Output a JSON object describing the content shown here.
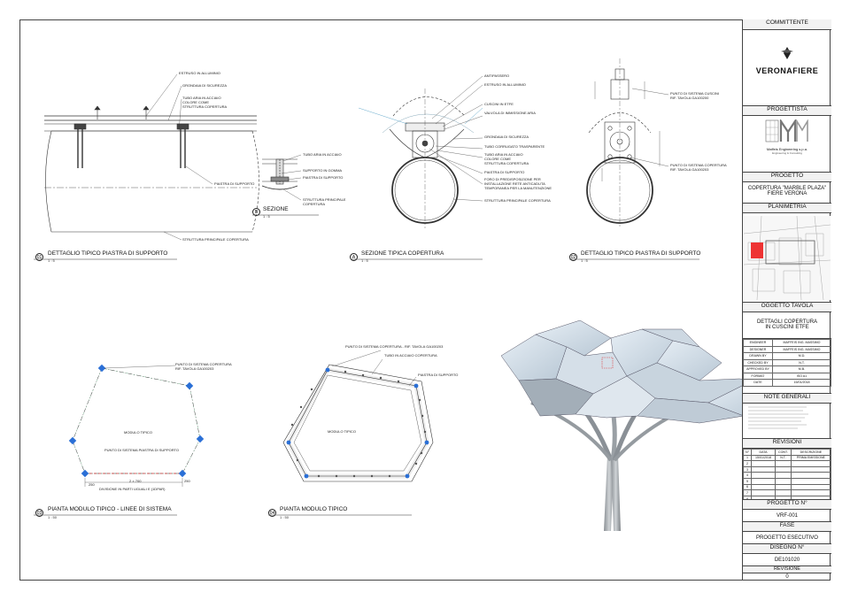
{
  "views": {
    "v01": {
      "num": "01",
      "title": "DETTAGLIO TIPICO PIASTRA DI SUPPORTO",
      "scale": "1 : 5",
      "labels": [
        "ESTRUSO IN ALLUMINIO",
        "GRONDAIA DI SICUREZZA",
        "TUBO ARIA IN ACCIAIO",
        "COLORE COME",
        "STRUTTURA COPERTURA",
        "PIASTRA DI SUPPORTO",
        "STRUTTURA PRINCIPALE COPERTURA"
      ]
    },
    "vB": {
      "num": "B",
      "title": "SEZIONE",
      "scale": "1 : 5",
      "labels": [
        "TUBO ARIA IN ACCIAIO",
        "SUPPORTO IN GOMMA",
        "PIASTRA DI SUPPORTO",
        "STRUTTURA PRINCIPALE",
        "COPERTURA"
      ]
    },
    "vA": {
      "num": "A",
      "title": "SEZIONE TIPICA COPERTURA",
      "scale": "1 : 5",
      "labels": [
        "ANTIPASSERO",
        "ESTRUSO IN ALLUMINIO",
        "CUSCINI IN ETFE",
        "VALVOLA DI IMMISSIONE ARIA",
        "GRONDAIA DI SICUREZZA",
        "TUBO CORRUGATO TRASPARENTE",
        "TUBO ARIA IN ACCIAIO",
        "COLORE COME",
        "STRUTTURA COPERTURA",
        "PIASTRA DI SUPPORTO",
        "FORO DI PREDISPOSIZIONE PER",
        "INSTALLAZIONE RETE ANTICADUTA",
        "TEMPORANEA PER LA MANUTENZIONE",
        "STRUTTURA PRINCIPALE COPERTURA"
      ]
    },
    "v02": {
      "num": "02",
      "title": "DETTAGLIO TIPICO PIASTRA DI SUPPORTO",
      "scale": "1 : 5",
      "labels": [
        "PUNTO DI SISTEMA CUSCINI",
        "RIF. TAVOLA GA100200",
        "PUNTO DI SISTEMA COPERTURA",
        "RIF. TAVOLA GA100203"
      ]
    },
    "v03": {
      "num": "03",
      "title": "PIANTA MODULO TIPICO - LINEE DI SISTEMA",
      "scale": "1 : 50",
      "labels": [
        "PUNTO DI SISTEMA COPERTURA",
        "RIF. TAVOLA GA100203",
        "MODULO TIPICO",
        "PUNTO DI SISTEMA PIASTRA DI SUPPORTO",
        "DIVISIONE IN PARTI UGUALI E (1DPAR)"
      ],
      "dims": [
        "250",
        "2 × 700",
        "250"
      ]
    },
    "v04": {
      "num": "04",
      "title": "PIANTA MODULO TIPICO",
      "scale": "1 : 50",
      "labels": [
        "PUNTO DI SISTEMA COPERTURA - RIF. TAVOLA GA100203",
        "TUBO IN ACCIAIO COPERTURA",
        "PIASTRA DI SUPPORTO",
        "MODULO TIPICO"
      ]
    }
  },
  "titleblock": {
    "committente_hdr": "COMMITTENTE",
    "client_name": "VERONAFIERE",
    "progettista_hdr": "PROGETTISTA",
    "designer_name": "Maffeis Engineering s.p.a.",
    "designer_sub": "Engineering & Consulting",
    "progetto_hdr": "PROGETTO",
    "project_line1": "COPERTURA \"MARBLE PLAZA\"",
    "project_line2": "FIERE VERONA",
    "planimetria_hdr": "PLANIMETRIA",
    "oggetto_hdr": "OGGETTO TAVOLA",
    "oggetto_line1": "DETTAGLI COPERTURA",
    "oggetto_line2": "IN CUSCINI ETFE",
    "info": [
      {
        "k": "ENGINEER",
        "v": "MAFFEIS ING. MASSIMO"
      },
      {
        "k": "DESIGNER",
        "v": "MAFFEIS ING. MASSIMO"
      },
      {
        "k": "DRAWN BY",
        "v": "M.D."
      },
      {
        "k": "CHECKED BY",
        "v": "N.T."
      },
      {
        "k": "APPROVED BY",
        "v": "M.B."
      },
      {
        "k": "FORMAT",
        "v": "ISO A1"
      },
      {
        "k": "DATE",
        "v": "15/01/2018"
      }
    ],
    "note_hdr": "NOTE GENERALI",
    "revisioni_hdr": "REVISIONI",
    "rev_cols": [
      "N°",
      "DATA",
      "CONT.",
      "DESCRIZIONE"
    ],
    "rev_rows": [
      [
        "1",
        "15/01/2018",
        "N.T.",
        "PRIMA EMISSIONE"
      ],
      [
        "2",
        "",
        "",
        ""
      ],
      [
        "3",
        "",
        "",
        ""
      ],
      [
        "4",
        "",
        "",
        ""
      ],
      [
        "5",
        "",
        "",
        ""
      ],
      [
        "6",
        "",
        "",
        ""
      ],
      [
        "7",
        "",
        "",
        ""
      ],
      [
        "8",
        "",
        "",
        ""
      ]
    ],
    "progetto_n_hdr": "PROGETTO N°",
    "progetto_n": "VRF-001",
    "fase_hdr": "FASE",
    "fase": "PROGETTO ESECUTIVO",
    "disegno_hdr": "DISEGNO N°",
    "disegno": "DE101020",
    "revisione_hdr": "REVISIONE",
    "revisione": "0"
  }
}
